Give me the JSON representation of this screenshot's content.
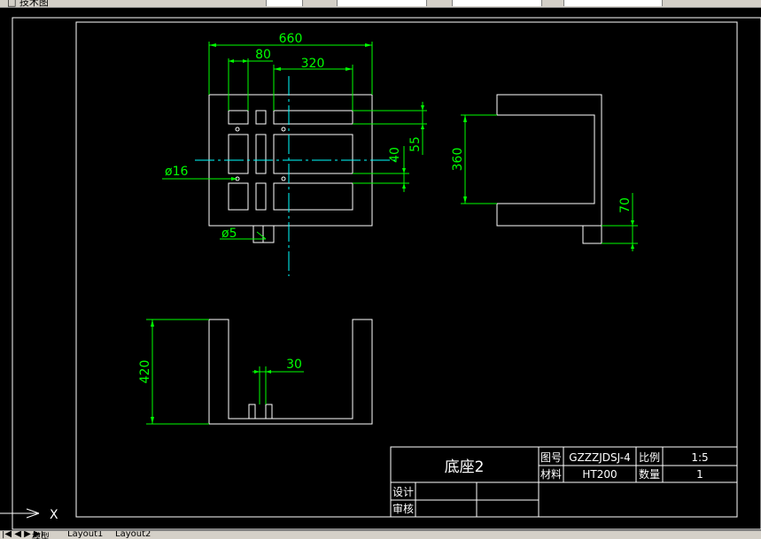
{
  "toolbar": {
    "layer_text": "□ 技术图"
  },
  "tabs": {
    "nav": "|◀ ◀ ▶ ▶|",
    "model": "模型",
    "layout1": "Layout1",
    "layout2": "Layout2"
  },
  "dimensions": {
    "d660": "660",
    "d80": "80",
    "d320": "320",
    "d55": "55",
    "d40": "40",
    "d16": "ø16",
    "d5": "ø5",
    "d360": "360",
    "d70": "70",
    "d420": "420",
    "d30": "30"
  },
  "title_block": {
    "part_name": "底座2",
    "drawing_no_label": "图号",
    "drawing_no": "GZZZJDSJ-4",
    "scale_label": "比例",
    "scale": "1:5",
    "material_label": "材料",
    "material": "HT200",
    "qty_label": "数量",
    "qty": "1",
    "design_label": "设计",
    "review_label": "审核"
  },
  "ucs": {
    "x_label": "X"
  },
  "colors": {
    "geometry": "#ffffff",
    "dimension": "#00ff00",
    "centerline": "#00ffff",
    "background": "#000000"
  }
}
